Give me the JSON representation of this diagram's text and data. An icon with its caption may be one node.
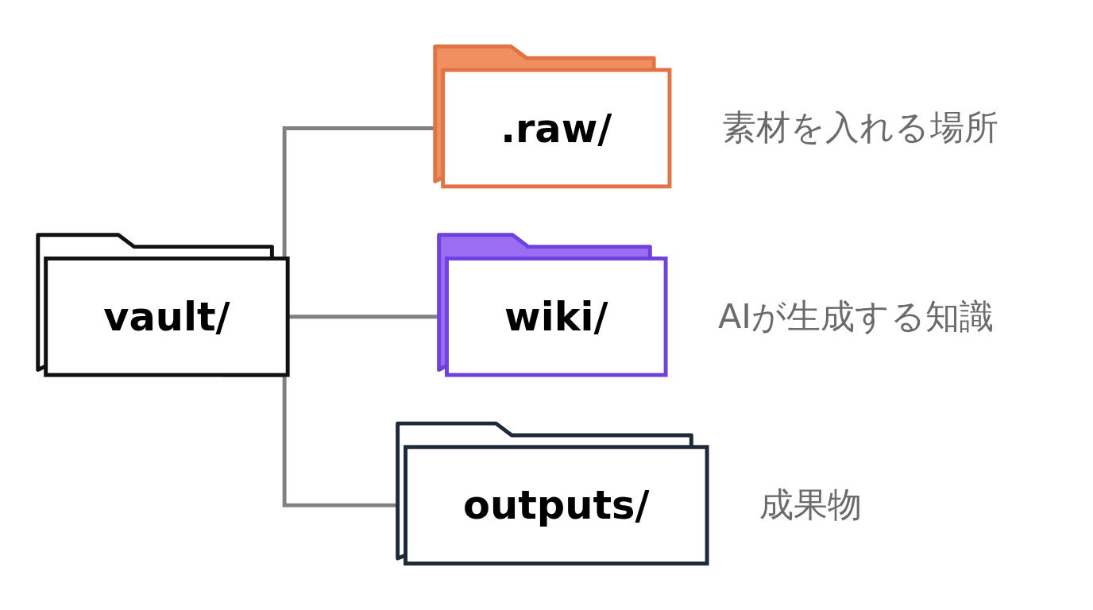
{
  "diagram": {
    "nodes": [
      {
        "text": [
          "vault/"
        ]
      },
      {
        "text": [
          ".raw/"
        ],
        "beside": [
          "素材を入れる場所"
        ]
      },
      {
        "text": [
          "wiki/"
        ],
        "beside": [
          "AIが生成する知識"
        ]
      },
      {
        "text": [
          "outputs/"
        ],
        "beside": [
          "成果物"
        ]
      }
    ],
    "edges": [
      {
        "from": 0,
        "to": 1,
        "arrow": "none"
      },
      {
        "from": 0,
        "to": 2,
        "arrow": "none"
      },
      {
        "from": 0,
        "to": 3,
        "arrow": "none"
      }
    ]
  }
}
